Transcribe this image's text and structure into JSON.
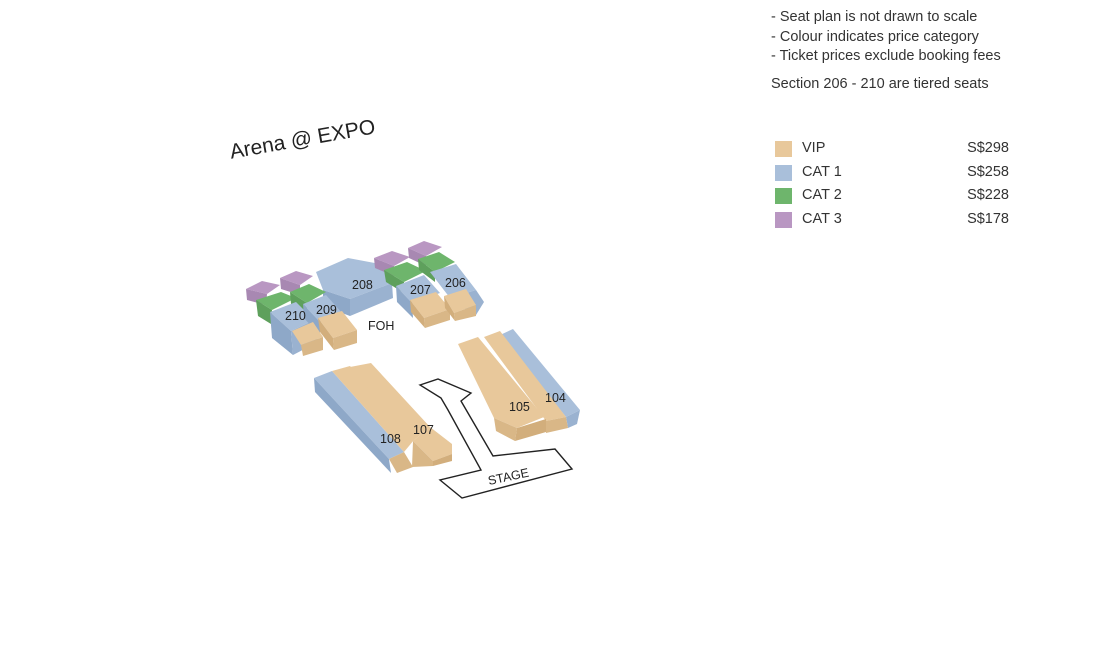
{
  "notes": [
    "- Seat plan is not drawn to scale",
    "- Colour indicates price category",
    "- Ticket prices exclude booking fees"
  ],
  "tier_note": "Section 206 - 210 are tiered seats",
  "venue_title": "Arena @ EXPO",
  "colors": {
    "vip": "#e8c89b",
    "cat1": "#a9bfda",
    "cat2": "#6eb56c",
    "cat3": "#b997c2"
  },
  "legend": [
    {
      "name": "VIP",
      "price": "S$298",
      "color": "#e8c89b"
    },
    {
      "name": "CAT 1",
      "price": "S$258",
      "color": "#a9bfda"
    },
    {
      "name": "CAT 2",
      "price": "S$228",
      "color": "#6eb56c"
    },
    {
      "name": "CAT 3",
      "price": "S$178",
      "color": "#b997c2"
    }
  ],
  "sections": {
    "s206": "206",
    "s207": "207",
    "s208": "208",
    "s209": "209",
    "s210": "210",
    "s104": "104",
    "s105": "105",
    "s107": "107",
    "s108": "108"
  },
  "foh_label": "FOH",
  "stage_label": "STAGE"
}
